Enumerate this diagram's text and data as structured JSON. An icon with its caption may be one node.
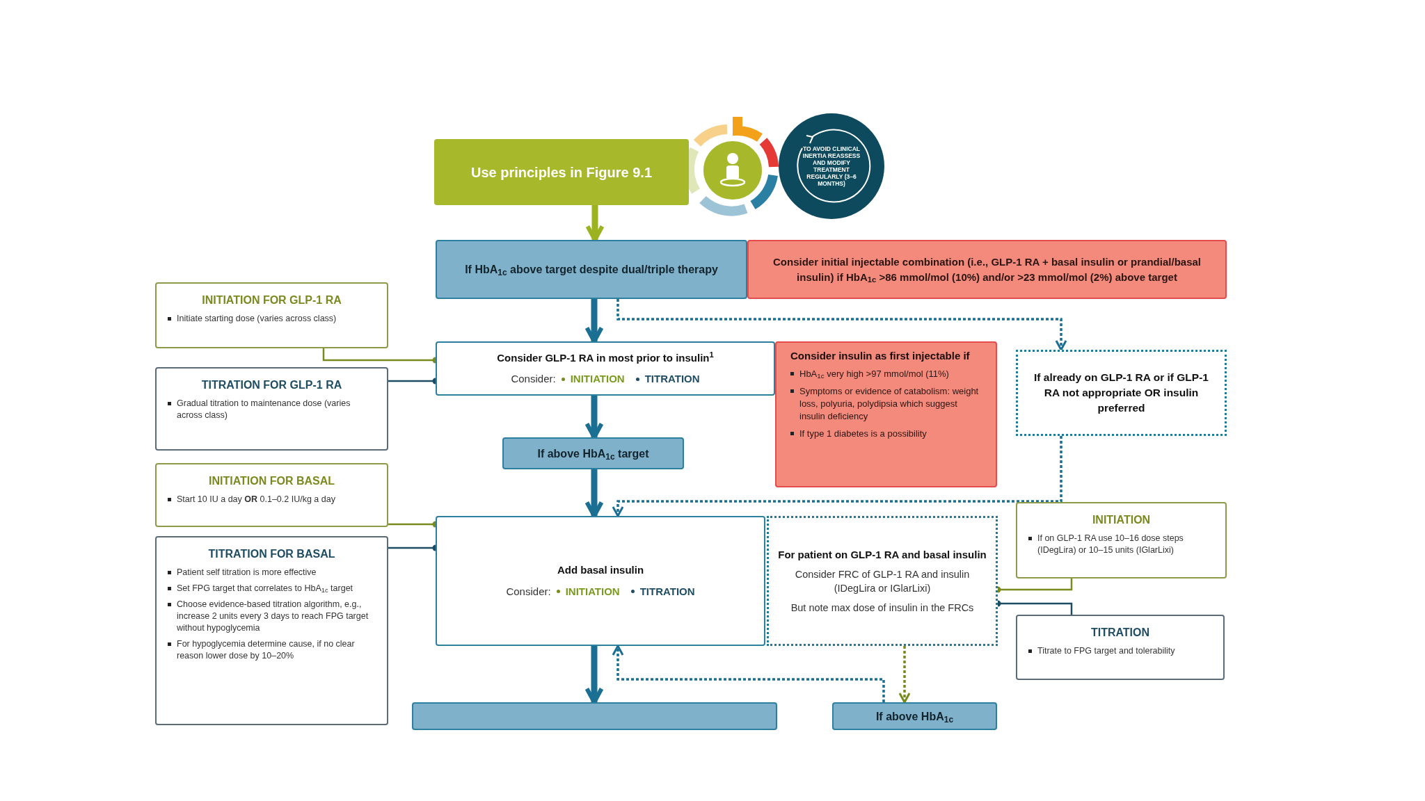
{
  "diagram": {
    "nodes": [
      {
        "text": [
          "Use principles in Figure 9.1"
        ]
      },
      {
        "text": [
          "TO AVOID CLINICAL INERTIA REASSESS AND MODIFY TREATMENT REGULARLY (3–6 MONTHS)"
        ]
      },
      {
        "text": [
          "If HbA$_{1c}$ above target despite dual/triple therapy"
        ]
      },
      {
        "text": [
          "Consider initial injectable combination (i.e., GLP-1 RA + basal insulin or prandial/basal insulin) if HbA$_{1c}$ >86 mmol/mol (10%) and/or >23 mmol/mol (2%) above target"
        ]
      },
      {
        "text": [
          "INITIATION FOR GLP-1 RA",
          "Initiate starting dose (varies across class)"
        ]
      },
      {
        "text": [
          "TITRATION FOR GLP-1 RA",
          "Gradual titration to maintenance dose (varies across class)"
        ]
      },
      {
        "text": [
          "Consider GLP-1 RA in most prior to insulin$^{1}$",
          "Consider:",
          "INITIATION",
          "TITRATION"
        ]
      },
      {
        "text": [
          "Consider insulin as first injectable if",
          "HbA$_{1c}$ very high >97 mmol/mol (11%)",
          "Symptoms or evidence of catabolism: weight loss, polyuria, polydipsia which suggest insulin deficiency",
          "If type 1 diabetes is a possibility"
        ]
      },
      {
        "text": [
          "If already on GLP-1 RA or if GLP-1 RA not appropriate OR insulin preferred"
        ]
      },
      {
        "text": [
          "If above HbA$_{1c}$ target"
        ]
      },
      {
        "text": [
          "INITIATION FOR BASAL",
          "Start 10 IU a day **OR** 0.1–0.2 IU/kg a day"
        ]
      },
      {
        "text": [
          "TITRATION FOR BASAL",
          "Patient self titration is more effective",
          "Set FPG target that correlates to HbA$_{1c}$ target",
          "Choose evidence-based titration algorithm, e.g., increase 2 units every 3 days to reach FPG target without hypoglycemia",
          "For hypoglycemia determine cause, if no clear reason lower dose by 10–20%"
        ]
      },
      {
        "text": [
          "Add basal insulin",
          "Consider:",
          "INITIATION",
          "TITRATION"
        ]
      },
      {
        "text": [
          "For patient on GLP-1 RA and basal insulin",
          "Consider FRC of GLP-1 RA and insulin (IDegLira or IGlarLixi)",
          "But note max dose of insulin in the FRCs"
        ]
      },
      {
        "text": [
          "INITIATION",
          "If on GLP-1 RA use 10–16 dose steps (IDegLira) or 10–15 units (IGlarLixi)"
        ]
      },
      {
        "text": [
          "TITRATION",
          "Titrate to FPG target and tolerability"
        ]
      },
      {
        "text": [],
        "shape": "box"
      },
      {
        "text": [
          "If above HbA$_{1c}$"
        ]
      }
    ],
    "edges": [
      {
        "from": 0,
        "to": 2,
        "arrow": "to",
        "style": "thick",
        "color": "#9db21f"
      },
      {
        "from": 2,
        "to": 6,
        "arrow": "to",
        "style": "thick"
      },
      {
        "from": 2,
        "to": 8,
        "arrow": "to",
        "style": "dashed"
      },
      {
        "from": 6,
        "to": 9,
        "arrow": "to",
        "style": "thick"
      },
      {
        "from": 9,
        "to": 12,
        "arrow": "to",
        "style": "thick"
      },
      {
        "from": 8,
        "to": 12,
        "arrow": "to",
        "style": "dashed"
      },
      {
        "from": 4,
        "to": 6,
        "arrow": "other",
        "color": "#7a8a1e"
      },
      {
        "from": 5,
        "to": 6,
        "arrow": "other",
        "color": "#1e4d63"
      },
      {
        "from": 10,
        "to": 12,
        "arrow": "other",
        "color": "#7a8a1e"
      },
      {
        "from": 11,
        "to": 12,
        "arrow": "other",
        "color": "#1e4d63"
      },
      {
        "from": 14,
        "to": 13,
        "arrow": "other",
        "color": "#7a8a1e"
      },
      {
        "from": 15,
        "to": 13,
        "arrow": "other",
        "color": "#1e4d63"
      },
      {
        "from": 12,
        "to": 16,
        "arrow": "to",
        "style": "thick"
      },
      {
        "from": 13,
        "to": 17,
        "arrow": "to",
        "style": "dashed",
        "color": "#7a8a1e"
      },
      {
        "from": 17,
        "to": 12,
        "arrow": "to",
        "style": "dashed"
      }
    ]
  }
}
